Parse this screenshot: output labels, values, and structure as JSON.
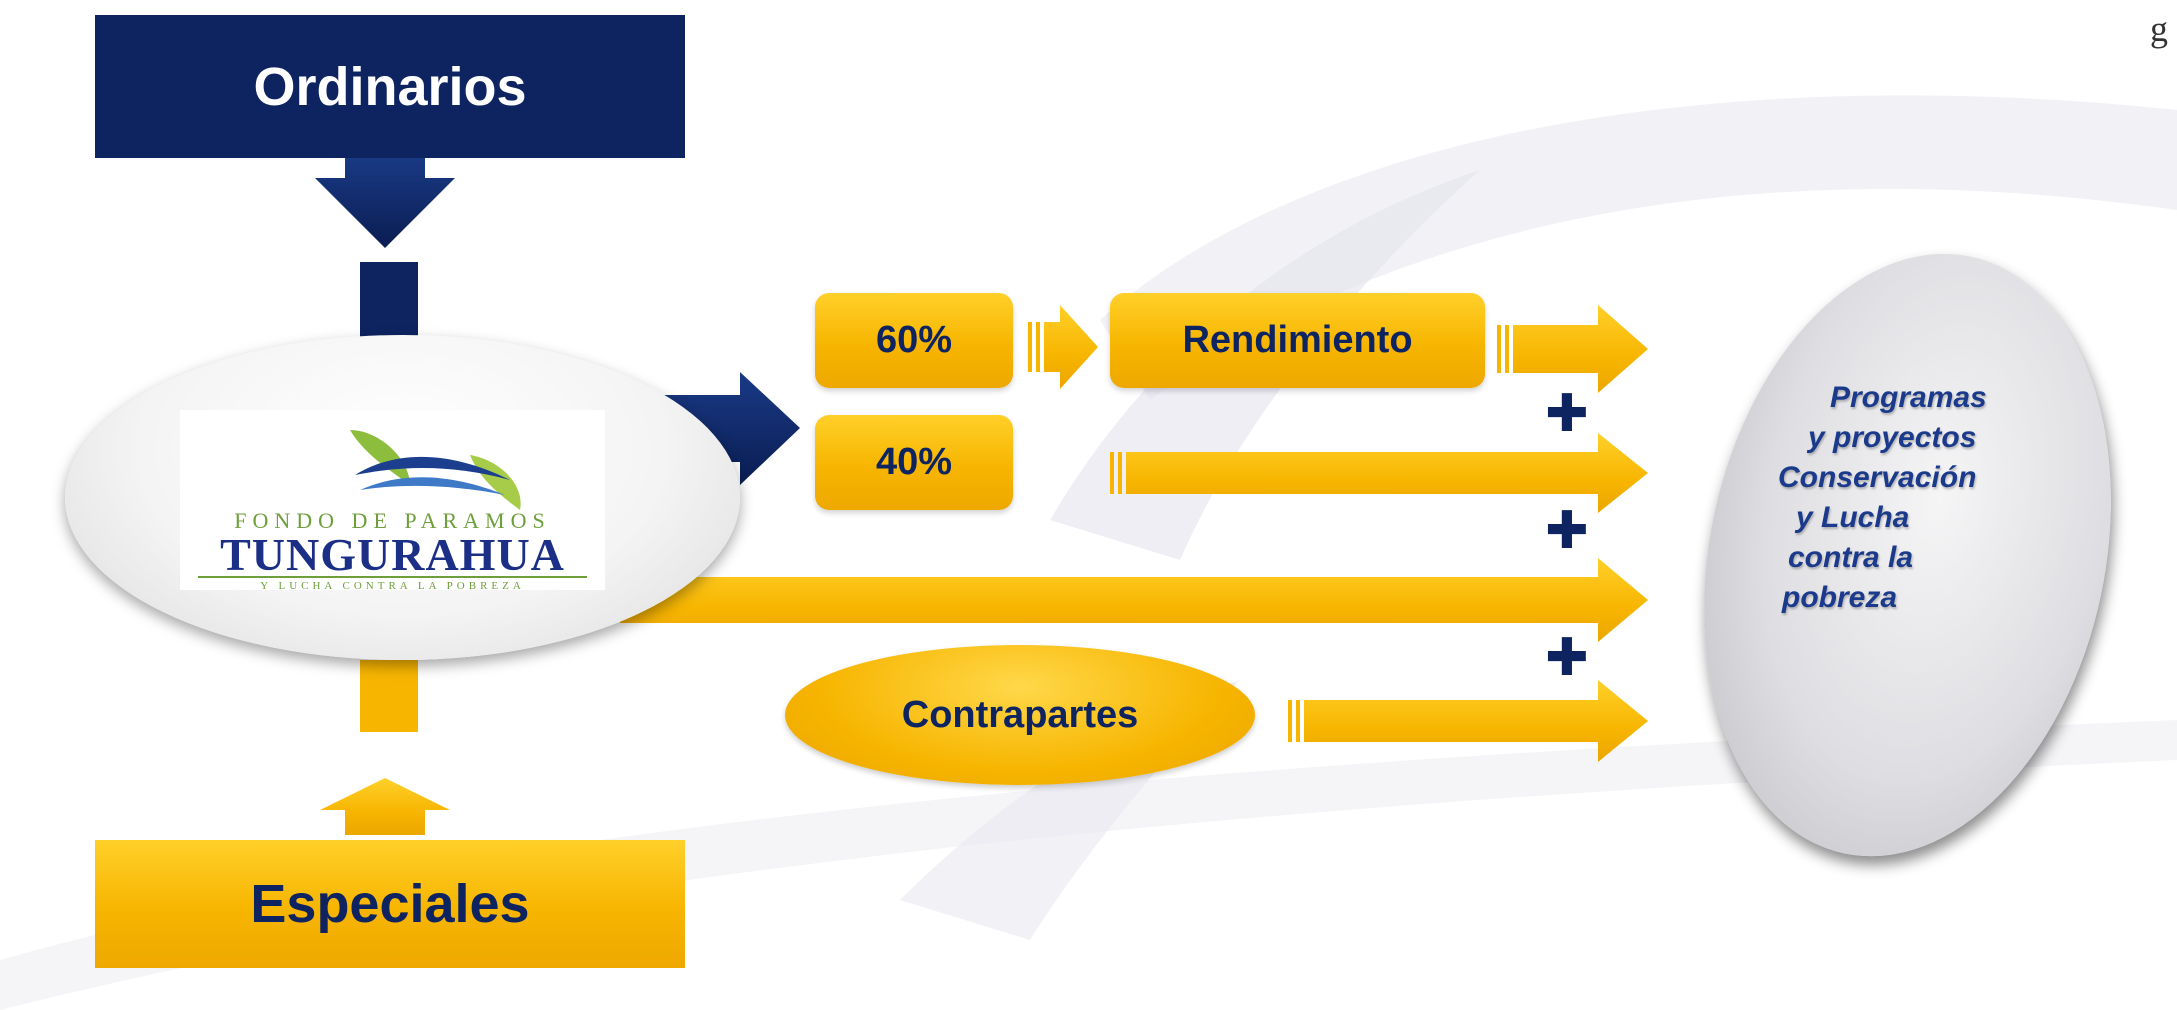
{
  "nodes": {
    "ordinarios": "Ordinarios",
    "especiales": "Especiales",
    "sixty": "60%",
    "forty": "40%",
    "rendimiento": "Rendimiento",
    "contrapartes": "Contrapartes",
    "plus": "✚"
  },
  "logo": {
    "line1": "FONDO DE PARAMOS",
    "line2": "TUNGURAHUA",
    "line3": "Y LUCHA CONTRA LA POBREZA"
  },
  "target": {
    "line1": "Programas",
    "line2": "y proyectos",
    "line3": "Conservación",
    "line4": "y Lucha",
    "line5": "contra la",
    "line6": "pobreza"
  },
  "corner_fragment": "g",
  "colors": {
    "navy": "#0d2461",
    "gold": "#f7b500",
    "logo_blue": "#1c2f86",
    "logo_green": "#6e9f3a",
    "target_text": "#1b3a8c"
  }
}
